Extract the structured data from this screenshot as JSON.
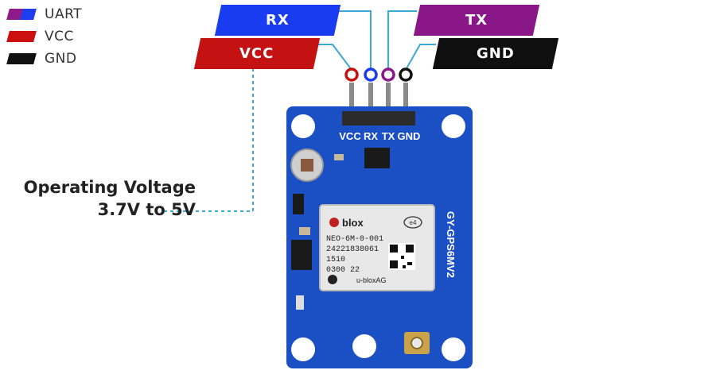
{
  "legend": [
    {
      "label": "UART",
      "color_a": "#8e1a8c",
      "color_b": "#1e3cf0"
    },
    {
      "label": "VCC",
      "color_a": "#cc1010",
      "color_b": "#cc1010"
    },
    {
      "label": "GND",
      "color_a": "#111111",
      "color_b": "#111111"
    }
  ],
  "pin_tags": {
    "rx": {
      "label": "RX",
      "color": "#1a3cf0"
    },
    "vcc": {
      "label": "VCC",
      "color": "#c41212"
    },
    "tx": {
      "label": "TX",
      "color": "#8a1788"
    },
    "gnd": {
      "label": "GND",
      "color": "#0f0f0f"
    }
  },
  "annotation": {
    "line1": "Operating Voltage",
    "line2": "3.7V to 5V"
  },
  "board": {
    "pin_labels": [
      "VCC",
      "RX",
      "TX",
      "GND"
    ],
    "model": "GY-GPS6MV2",
    "module": {
      "brand": "blox",
      "part": "NEO-6M-0-001",
      "serial": "24221838061",
      "line3": "1510",
      "line4": "0300 22",
      "maker": "u-bloxAG",
      "badge": "e4"
    }
  }
}
